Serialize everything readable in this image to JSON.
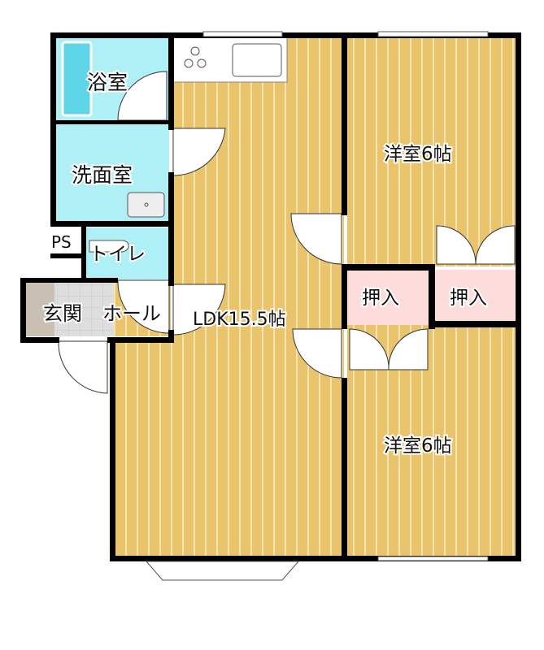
{
  "rooms": {
    "bath": "浴室",
    "washroom": "洗面室",
    "ps": "PS",
    "toilet": "トイレ",
    "entrance": "玄関",
    "hall": "ホール",
    "ldk": "LDK15.5帖",
    "bedroom_north": "洋室6帖",
    "bedroom_south": "洋室6帖",
    "closet_left": "押入",
    "closet_right": "押入"
  },
  "colors": {
    "floor": "#e9c46c",
    "floor_stripe": "#f6e3ae",
    "water": "#aef0f6",
    "closet": "#fddcdc",
    "wall": "#000000",
    "entrance_tile": "#dcdcdc",
    "entrance_floor": "#c9bfb2"
  }
}
